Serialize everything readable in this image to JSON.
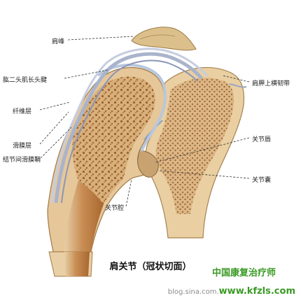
{
  "labels": {
    "acromion": "肩峰",
    "biceps_tendon": "肱二头肌长头腱",
    "fibrous_layer": "纤维层",
    "synovial_layer": "滑膜层",
    "intertubercular_sheath": "结节间滑膜鞘",
    "transverse_ligament": "肩胛上横韧带",
    "glenoid_labrum": "关节唇",
    "joint_capsule": "关节囊",
    "joint_cavity": "关节腔"
  },
  "caption": "肩关节（冠状切面）",
  "watermark": {
    "org": "中国康复治疗师",
    "site_prefix": "blog.sina.com.",
    "site_suffix": "www.kfzls.com"
  },
  "colors": {
    "bone_spongy": "#d7ae78",
    "bone_cortex": "#e6c79a",
    "marrow": "#b9743f",
    "capsule": "#aab6cf",
    "cartilage": "#b8c7dd",
    "leader": "#333333",
    "watermark_green": "#3a9a25"
  }
}
